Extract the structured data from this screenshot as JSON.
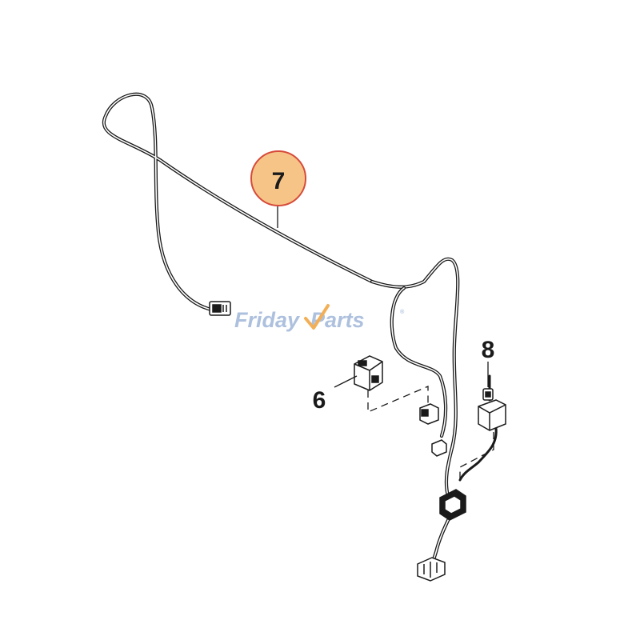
{
  "diagram": {
    "callouts": [
      {
        "id": "7",
        "label": "7",
        "highlighted": true
      },
      {
        "id": "6",
        "label": "6",
        "highlighted": false
      },
      {
        "id": "8",
        "label": "8",
        "highlighted": false
      }
    ],
    "watermark": {
      "part1": "Friday",
      "part2": "Parts",
      "mark": "®"
    }
  },
  "colors": {
    "line": "#1a1a1a",
    "highlight_fill": "#f7c487",
    "highlight_stroke": "#d64a3a",
    "watermark_blue": "#9fb6d8",
    "watermark_orange": "#f0a23a"
  }
}
